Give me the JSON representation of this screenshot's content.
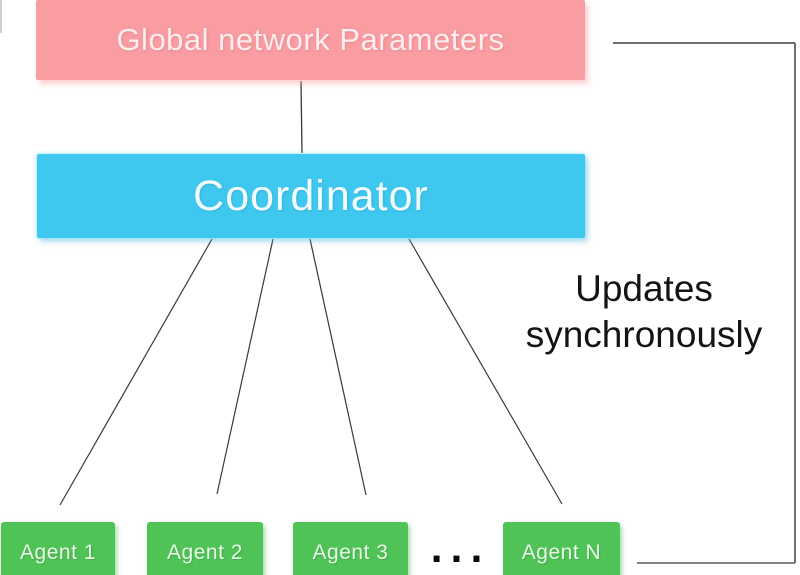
{
  "diagram": {
    "params_box": {
      "label": "Global network Parameters"
    },
    "coordinator_box": {
      "label": "Coordinator"
    },
    "agents": [
      {
        "label": "Agent 1"
      },
      {
        "label": "Agent 2"
      },
      {
        "label": "Agent 3"
      },
      {
        "label": "Agent N"
      }
    ],
    "ellipsis": "...",
    "annotation": "Updates synchronously",
    "colors": {
      "params_box": "#F99DA2",
      "coordinator_box": "#3FC8EF",
      "agent_box": "#4FC355",
      "annotation_text": "#141414",
      "connector_line": "#3a3a3a",
      "bracket_line": "#6f6f6f",
      "background": "#ffffff"
    }
  }
}
